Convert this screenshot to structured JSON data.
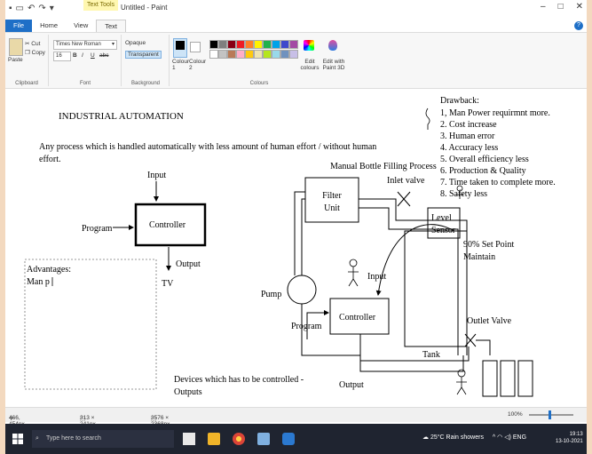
{
  "titlebar": {
    "text_tools": "Text Tools",
    "title": "Untitled - Paint",
    "minimize": "–",
    "maximize": "□",
    "close": "✕"
  },
  "tabs": [
    {
      "label": "File"
    },
    {
      "label": "Home"
    },
    {
      "label": "View"
    },
    {
      "label": "Text"
    }
  ],
  "ribbon": {
    "clipboard": {
      "paste": "Paste",
      "cut": "Cut",
      "copy": "Copy",
      "label": "Clipboard"
    },
    "font": {
      "family": "Times New Roman",
      "size": "16",
      "bold": "B",
      "italic": "I",
      "underline": "U",
      "strike": "abc",
      "label": "Font"
    },
    "background": {
      "opaque": "Opaque",
      "transparent": "Transparent",
      "label": "Background"
    },
    "colours": {
      "colour1": "Colour 1",
      "colour2": "Colour 2",
      "edit": "Edit colours",
      "paint3d": "Edit with Paint 3D",
      "label": "Colours"
    },
    "palette": [
      "#000000",
      "#7f7f7f",
      "#880015",
      "#ed1c24",
      "#ff7f27",
      "#fff200",
      "#22b14c",
      "#00a2e8",
      "#3f48cc",
      "#a349a4",
      "#ffffff",
      "#c3c3c3",
      "#b97a57",
      "#ffaec9",
      "#ffc90e",
      "#efe4b0",
      "#b5e61d",
      "#99d9ea",
      "#7092be",
      "#c8bfe7"
    ]
  },
  "canvas": {
    "heading": "INDUSTRIAL AUTOMATION",
    "definition_line1": "Any process which is handled automatically with less amount of human effort / without human",
    "definition_line2": "effort.",
    "input": "Input",
    "program": "Program",
    "controller": "Controller",
    "output": "Output",
    "tv": "TV",
    "advantages": "Advantages:",
    "adv_text": "Man p",
    "devices_line1": "Devices which has to be controlled -",
    "devices_line2": "Outputs",
    "drawback_title": "Drawback:",
    "drawbacks": [
      "1, Man Power requirmnt more.",
      "2. Cost increase",
      "3. Human error",
      "4. Accuracy less",
      "5. Overall efficiency less",
      "6. Production & Quality",
      "7. Time taken to complete more.",
      "8. Safety less"
    ],
    "manual_title": "Manual Bottle Filling Process",
    "inlet_valve": "Inlet valve",
    "filter_line1": "Filter",
    "filter_line2": "Unit",
    "level_line1": "Level",
    "level_line2": "Sensor",
    "set_point_line1": "90% Set Point",
    "set_point_line2": "Maintain",
    "input2": "Input",
    "pump": "Pump",
    "controller2": "Controller",
    "program2": "Program",
    "outlet_valve": "Outlet Valve",
    "tank": "Tank",
    "output2": "Output"
  },
  "status": {
    "cursor": "466, 454px",
    "selection": "313 × 241px",
    "canvas_size": "3576 × 2368px",
    "zoom": "100%"
  },
  "taskbar": {
    "search_placeholder": "Type here to search",
    "weather": "25°C  Rain showers",
    "lang": "ENG",
    "time": "19:13",
    "date": "13-10-2021"
  }
}
